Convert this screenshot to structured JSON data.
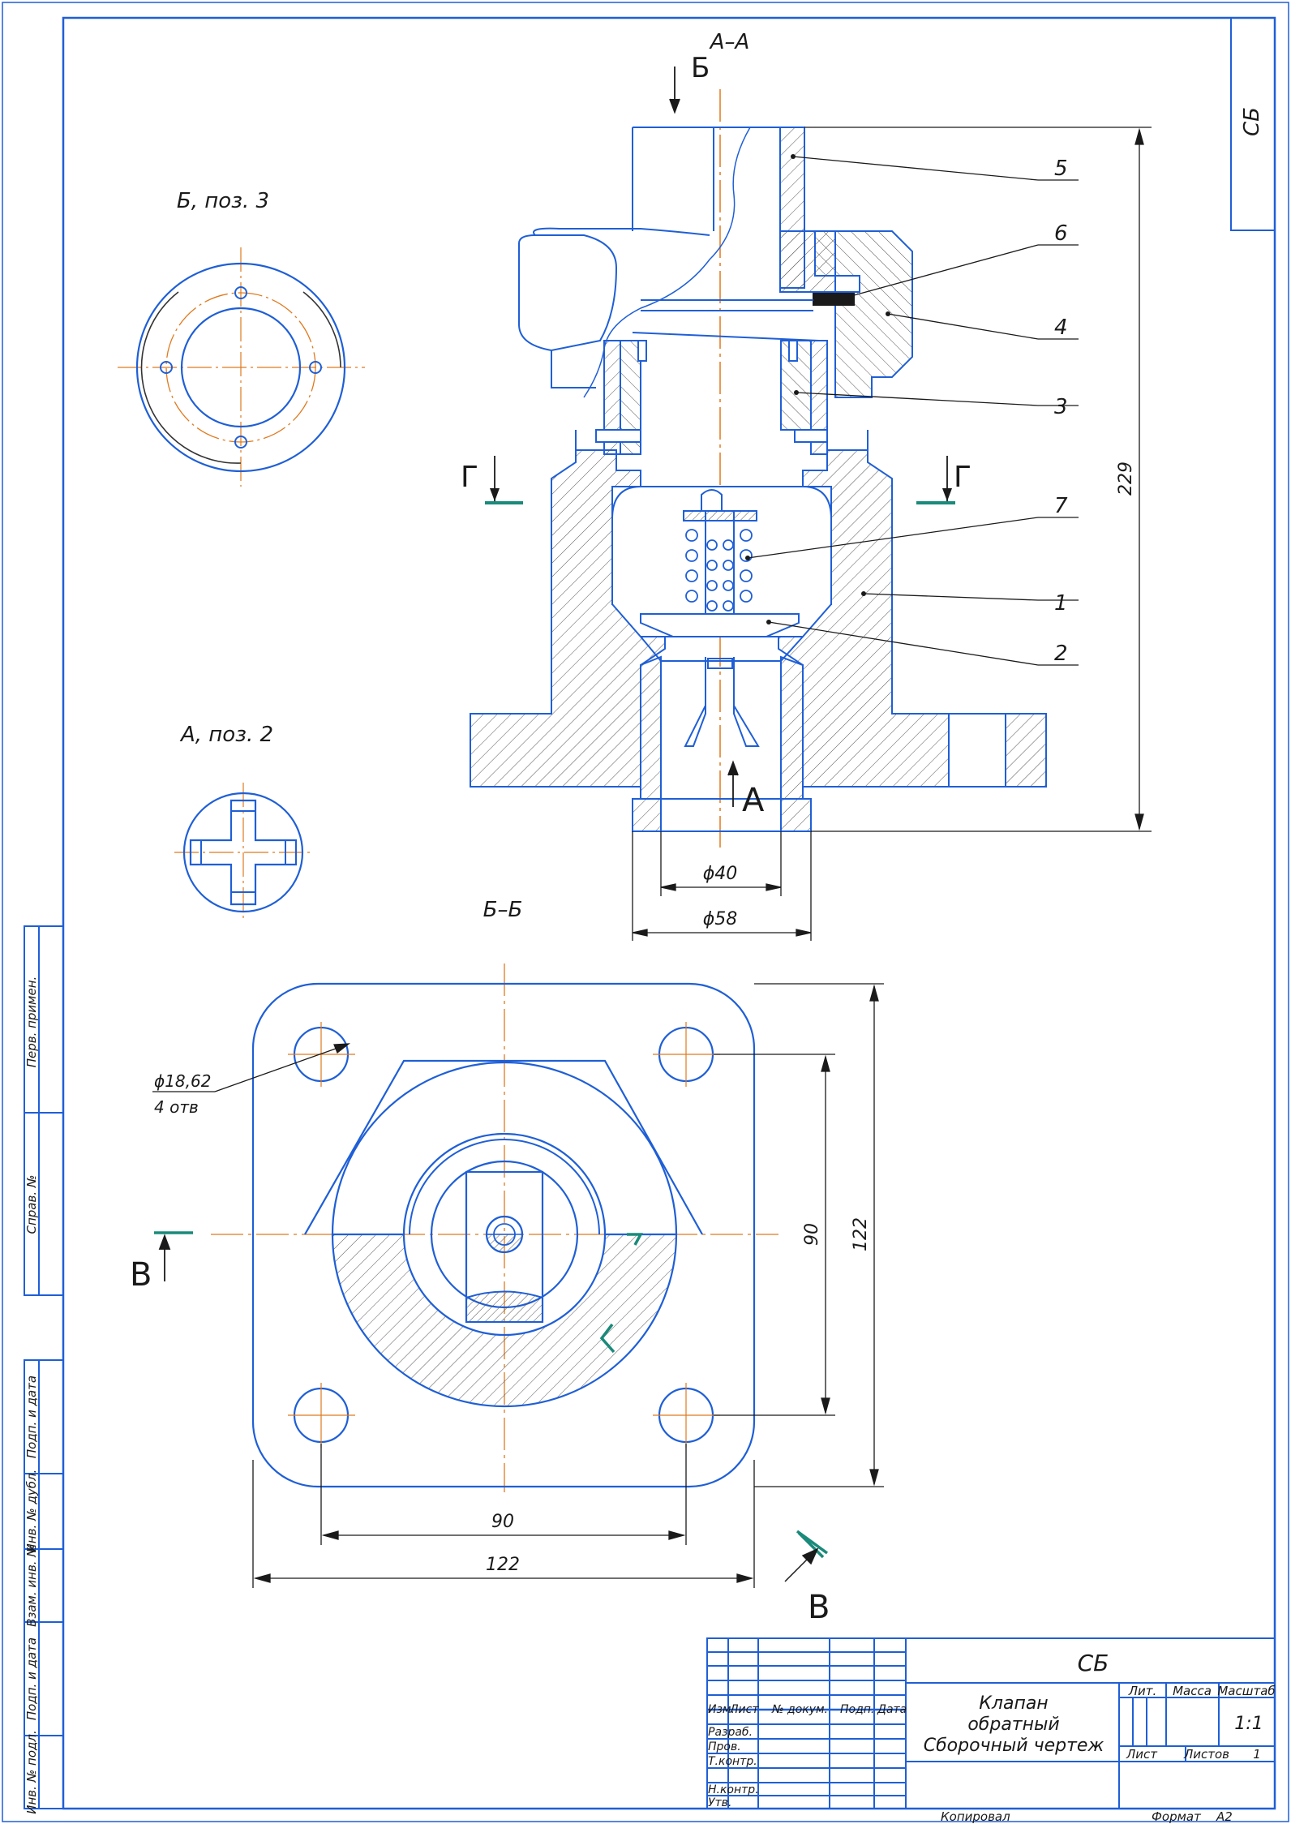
{
  "frame_code": "СБ",
  "views": {
    "section_aa": "А–А",
    "view_b_pos3": "Б, поз. 3",
    "view_a_pos2": "А, поз. 2",
    "section_bb": "Б–Б"
  },
  "markers": {
    "b": "Б",
    "a": "А",
    "g_left": "Г",
    "g_right": "Г",
    "v_left": "В",
    "v_bottom": "В"
  },
  "callouts": [
    "5",
    "6",
    "4",
    "3",
    "7",
    "1",
    "2"
  ],
  "dimensions": {
    "height_229": "229",
    "dia_40": "ϕ40",
    "dia_58": "ϕ58",
    "holes_line1": "ϕ18,62",
    "holes_line2": "4 отв",
    "vert_90": "90",
    "vert_122": "122",
    "horiz_90": "90",
    "horiz_122": "122"
  },
  "side_stamp": [
    "Перв. примен.",
    "Справ. №",
    "Подп. и дата",
    "Инв. № дубл.",
    "Взам. инв. №",
    "Подп. и дата",
    "Инв. № подл."
  ],
  "title_block": {
    "code": "СБ",
    "name_line1": "Клапан",
    "name_line2": "обратный",
    "name_line3": "Сборочный чертеж",
    "head_izm": "Изм.",
    "head_list": "Лист",
    "head_doc": "№ докум.",
    "head_sign": "Подп.",
    "head_date": "Дата",
    "role_razrab": "Разраб.",
    "role_prov": "Пров.",
    "role_tkontr": "Т.контр.",
    "role_nkontr": "Н.контр.",
    "role_utv": "Утв.",
    "lit": "Лит.",
    "mass": "Масса",
    "scale": "Масштаб",
    "scale_value": "1:1",
    "sheet": "Лист",
    "sheets": "Листов",
    "sheets_value": "1"
  },
  "footer": {
    "copied": "Копировал",
    "format": "Формат",
    "format_value": "А2"
  },
  "colors": {
    "outline": "#1f5fd6",
    "axis": "#e07a1f",
    "section_marker": "#1a8a7a",
    "frame": "#1f5fd6",
    "hatch": "#555555"
  }
}
